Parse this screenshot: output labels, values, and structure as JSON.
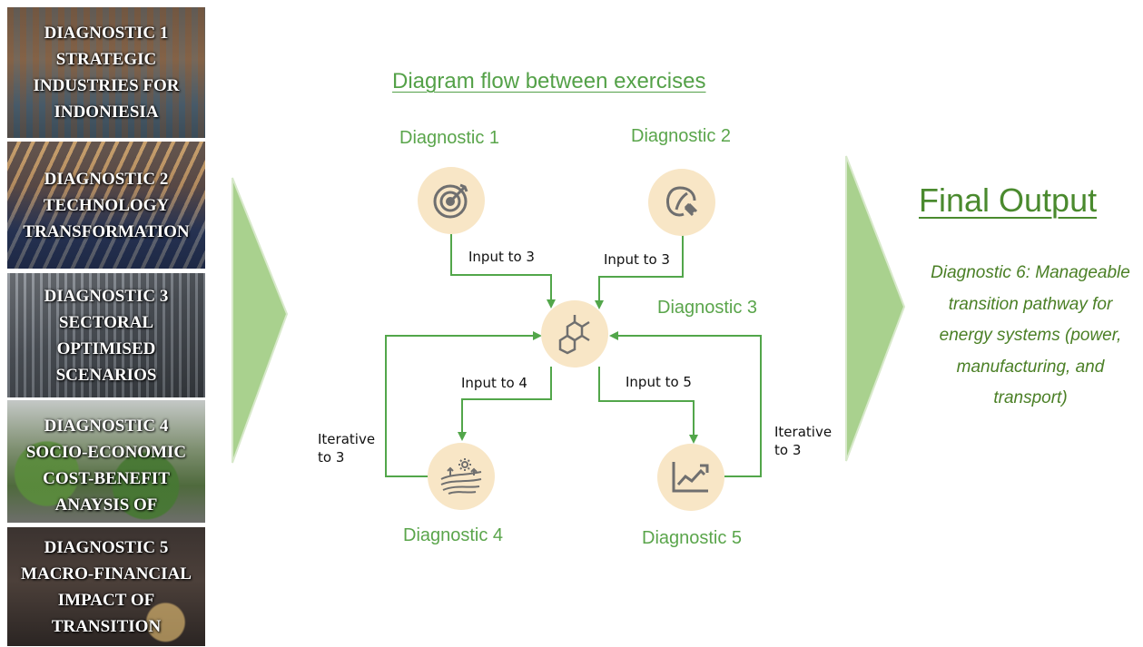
{
  "panels": [
    {
      "text": "DIAGNOSTIC 1 STRATEGIC INDUSTRIES FOR INDONIESIA"
    },
    {
      "text": "DIAGNOSTIC 2 TECHNOLOGY TRANSFORMATION"
    },
    {
      "text": "DIAGNOSTIC 3 SECTORAL OPTIMISED SCENARIOS"
    },
    {
      "text": "DIAGNOSTIC 4 SOCIO-ECONOMIC COST-BENEFIT ANAYSIS OF"
    },
    {
      "text": "DIAGNOSTIC  5 MACRO-FINANCIAL IMPACT OF TRANSITION"
    }
  ],
  "diagram": {
    "title": "Diagram flow between exercises",
    "nodes": {
      "d1": {
        "label": "Diagnostic 1",
        "icon": "target-icon"
      },
      "d2": {
        "label": "Diagnostic 2",
        "icon": "leaf-plug-icon"
      },
      "d3": {
        "label": "Diagnostic 3",
        "icon": "molecule-icon"
      },
      "d4": {
        "label": "Diagnostic 4",
        "icon": "landscape-icon"
      },
      "d5": {
        "label": "Diagnostic 5",
        "icon": "chart-trend-icon"
      }
    },
    "flows": {
      "d1_to_d3": "Input to 3",
      "d2_to_d3": "Input to 3",
      "d3_to_d4": "Input to 4",
      "d3_to_d5": "Input to 5",
      "d4_to_d3": "Iterative to 3",
      "d5_to_d3": "Iterative to 3"
    },
    "colors": {
      "line": "#52a64a",
      "node": "#f8e6c6",
      "icon": "#6f6f6f",
      "arrow": "#a9d18e"
    }
  },
  "final": {
    "title": "Final Output",
    "description": "Diagnostic 6: Manageable transition pathway for energy systems (power, manufacturing, and transport)"
  }
}
